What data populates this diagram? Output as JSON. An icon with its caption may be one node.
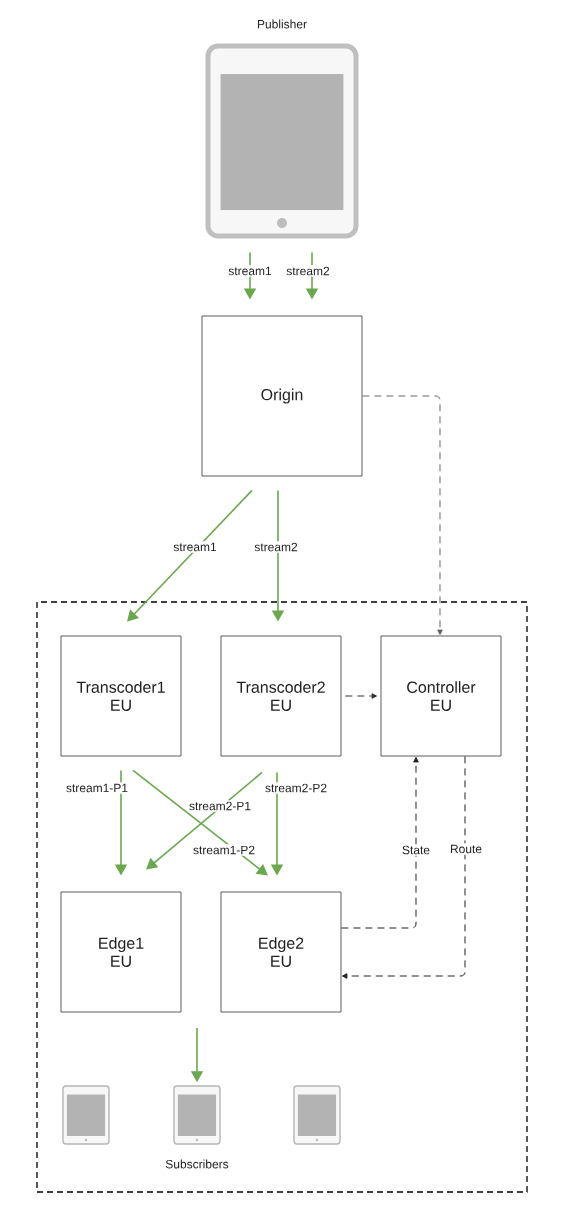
{
  "diagram": {
    "nodes": [
      {
        "text": [],
        "shape": "tablet",
        "beside": [
          "Publisher"
        ]
      },
      {
        "text": [
          "Origin"
        ]
      },
      {
        "text": [],
        "shape": "box"
      },
      {
        "text": [
          "Transcoder1 EU"
        ],
        "in": 2
      },
      {
        "text": [
          "Transcoder2 EU"
        ],
        "in": 2
      },
      {
        "text": [
          "Controller EU"
        ],
        "in": 2
      },
      {
        "text": [
          "Edge1 EU"
        ],
        "in": 2
      },
      {
        "text": [
          "Edge2 EU"
        ],
        "in": 2
      },
      {
        "text": [],
        "shape": "tablet",
        "in": 2
      },
      {
        "text": [],
        "shape": "tablet",
        "in": 2,
        "beside": [
          "Subscribers"
        ]
      },
      {
        "text": [],
        "shape": "tablet",
        "in": 2
      }
    ],
    "edges": [
      {
        "from": 0,
        "to": 1,
        "arrow": "to",
        "label": "stream1"
      },
      {
        "from": 0,
        "to": 1,
        "arrow": "to",
        "label": "stream2"
      },
      {
        "from": 1,
        "to": 5,
        "arrow": "to",
        "style": "dashed",
        "color": "#666666"
      },
      {
        "from": 1,
        "to": 3,
        "arrow": "to",
        "label": "stream1"
      },
      {
        "from": 1,
        "to": 4,
        "arrow": "to",
        "label": "stream2"
      },
      {
        "from": 4,
        "to": 5,
        "arrow": "to",
        "style": "dashed",
        "color": "#333333"
      },
      {
        "from": 3,
        "to": 6,
        "arrow": "to",
        "label": "stream1-P1"
      },
      {
        "from": 3,
        "to": 7,
        "arrow": "to",
        "label": "stream1-P2"
      },
      {
        "from": 4,
        "to": 6,
        "arrow": "to",
        "label": "stream2-P1"
      },
      {
        "from": 4,
        "to": 7,
        "arrow": "to",
        "label": "stream2-P2"
      },
      {
        "from": 7,
        "to": 5,
        "arrow": "to",
        "style": "dashed",
        "color": "#222222",
        "label": "State"
      },
      {
        "from": 5,
        "to": 7,
        "arrow": "to",
        "style": "dashed",
        "color": "#222222",
        "label": "Route"
      },
      {
        "from": null,
        "to": 9,
        "arrow": "to"
      }
    ]
  }
}
